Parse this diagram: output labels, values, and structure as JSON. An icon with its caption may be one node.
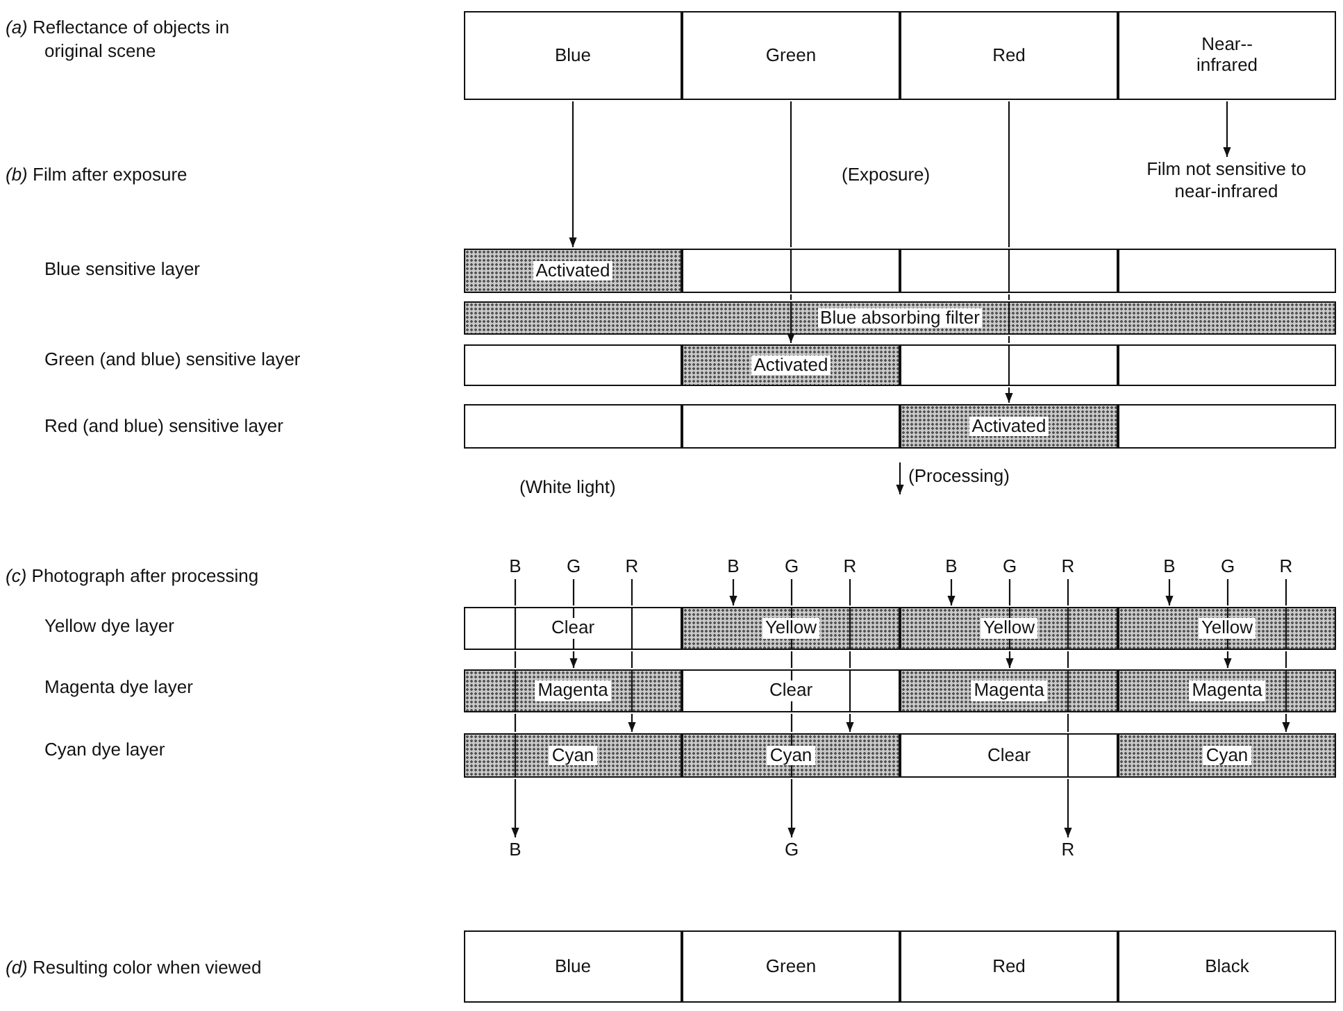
{
  "diagram": {
    "nodes": [
      {
        "text": [
          "Blue"
        ]
      },
      {
        "text": [
          "Green"
        ]
      },
      {
        "text": [
          "Red"
        ]
      },
      {
        "text": [
          "Near-- infrared"
        ]
      },
      {
        "text": [
          "Film not sensitive to near-infrared"
        ]
      },
      {
        "text": [
          "Activated"
        ]
      },
      {
        "text": [],
        "shape": "box"
      },
      {
        "text": [],
        "shape": "box"
      },
      {
        "text": [],
        "shape": "box"
      },
      {
        "text": [
          "Blue absorbing filter"
        ]
      },
      {
        "text": [],
        "shape": "box"
      },
      {
        "text": [
          "Activated"
        ]
      },
      {
        "text": [],
        "shape": "box"
      },
      {
        "text": [],
        "shape": "box"
      },
      {
        "text": [],
        "shape": "box"
      },
      {
        "text": [],
        "shape": "box"
      },
      {
        "text": [
          "Activated"
        ]
      },
      {
        "text": [],
        "shape": "box"
      },
      {
        "text": [
          "B"
        ]
      },
      {
        "text": [
          "G"
        ]
      },
      {
        "text": [
          "R"
        ]
      },
      {
        "text": [
          "B"
        ]
      },
      {
        "text": [
          "G"
        ]
      },
      {
        "text": [
          "R"
        ]
      },
      {
        "text": [
          "B"
        ]
      },
      {
        "text": [
          "G"
        ]
      },
      {
        "text": [
          "R"
        ]
      },
      {
        "text": [
          "B"
        ]
      },
      {
        "text": [
          "G"
        ]
      },
      {
        "text": [
          "R"
        ]
      },
      {
        "text": [
          "Clear"
        ]
      },
      {
        "text": [
          "Yellow"
        ]
      },
      {
        "text": [
          "Yellow"
        ]
      },
      {
        "text": [
          "Yellow"
        ]
      },
      {
        "text": [
          "Magenta"
        ]
      },
      {
        "text": [
          "Clear"
        ]
      },
      {
        "text": [
          "Magenta"
        ]
      },
      {
        "text": [
          "Magenta"
        ]
      },
      {
        "text": [
          "Cyan"
        ]
      },
      {
        "text": [
          "Cyan"
        ]
      },
      {
        "text": [
          "Clear"
        ]
      },
      {
        "text": [
          "Cyan"
        ]
      },
      {
        "text": [
          "B"
        ]
      },
      {
        "text": [
          "G"
        ]
      },
      {
        "text": [
          "R"
        ]
      },
      {
        "text": [
          "Blue"
        ]
      },
      {
        "text": [
          "Green"
        ]
      },
      {
        "text": [
          "Red"
        ]
      },
      {
        "text": [
          "Black"
        ]
      }
    ],
    "edges": [
      {
        "from": 0,
        "to": 5,
        "arrow": "to"
      },
      {
        "from": 1,
        "to": 6,
        "arrow": "none"
      },
      {
        "from": 6,
        "to": 9,
        "arrow": "none"
      },
      {
        "from": 9,
        "to": 11,
        "arrow": "to"
      },
      {
        "from": 2,
        "to": 7,
        "arrow": "none"
      },
      {
        "from": 7,
        "to": 9,
        "arrow": "none"
      },
      {
        "from": 9,
        "to": 12,
        "arrow": "none"
      },
      {
        "from": 12,
        "to": 16,
        "arrow": "to"
      },
      {
        "from": 3,
        "to": 4,
        "arrow": "to"
      },
      {
        "from": 18,
        "to": 30,
        "arrow": "none"
      },
      {
        "from": 30,
        "to": 34,
        "arrow": "none"
      },
      {
        "from": 34,
        "to": 38,
        "arrow": "none"
      },
      {
        "from": 38,
        "to": 42,
        "arrow": "to"
      },
      {
        "from": 19,
        "to": 30,
        "arrow": "none"
      },
      {
        "from": 30,
        "to": 34,
        "arrow": "to"
      },
      {
        "from": 20,
        "to": 30,
        "arrow": "none"
      },
      {
        "from": 30,
        "to": 34,
        "arrow": "none"
      },
      {
        "from": 34,
        "to": 38,
        "arrow": "to"
      },
      {
        "from": 21,
        "to": 31,
        "arrow": "to"
      },
      {
        "from": 22,
        "to": 31,
        "arrow": "none"
      },
      {
        "from": 31,
        "to": 35,
        "arrow": "none"
      },
      {
        "from": 35,
        "to": 39,
        "arrow": "none"
      },
      {
        "from": 39,
        "to": 43,
        "arrow": "to"
      },
      {
        "from": 23,
        "to": 31,
        "arrow": "none"
      },
      {
        "from": 31,
        "to": 35,
        "arrow": "none"
      },
      {
        "from": 35,
        "to": 39,
        "arrow": "to"
      },
      {
        "from": 24,
        "to": 32,
        "arrow": "to"
      },
      {
        "from": 25,
        "to": 32,
        "arrow": "none"
      },
      {
        "from": 32,
        "to": 36,
        "arrow": "to"
      },
      {
        "from": 26,
        "to": 32,
        "arrow": "none"
      },
      {
        "from": 32,
        "to": 36,
        "arrow": "none"
      },
      {
        "from": 36,
        "to": 40,
        "arrow": "none"
      },
      {
        "from": 40,
        "to": 44,
        "arrow": "to"
      },
      {
        "from": 27,
        "to": 33,
        "arrow": "to"
      },
      {
        "from": 28,
        "to": 33,
        "arrow": "none"
      },
      {
        "from": 33,
        "to": 37,
        "arrow": "to"
      },
      {
        "from": 29,
        "to": 33,
        "arrow": "none"
      },
      {
        "from": 33,
        "to": 37,
        "arrow": "none"
      },
      {
        "from": 37,
        "to": 41,
        "arrow": "to"
      }
    ],
    "labels": [
      "*(a)* Reflectance of objects in original scene",
      "(Exposure)",
      "*(b)* Film after exposure",
      "Blue sensitive layer",
      "Green (and blue) sensitive layer",
      "Red (and blue) sensitive layer",
      "(White light)",
      "(Processing)",
      "*(c)* Photograph after processing",
      "Yellow dye layer",
      "Magenta dye layer",
      "Cyan dye layer",
      "*(d)* Resulting color when viewed"
    ]
  }
}
